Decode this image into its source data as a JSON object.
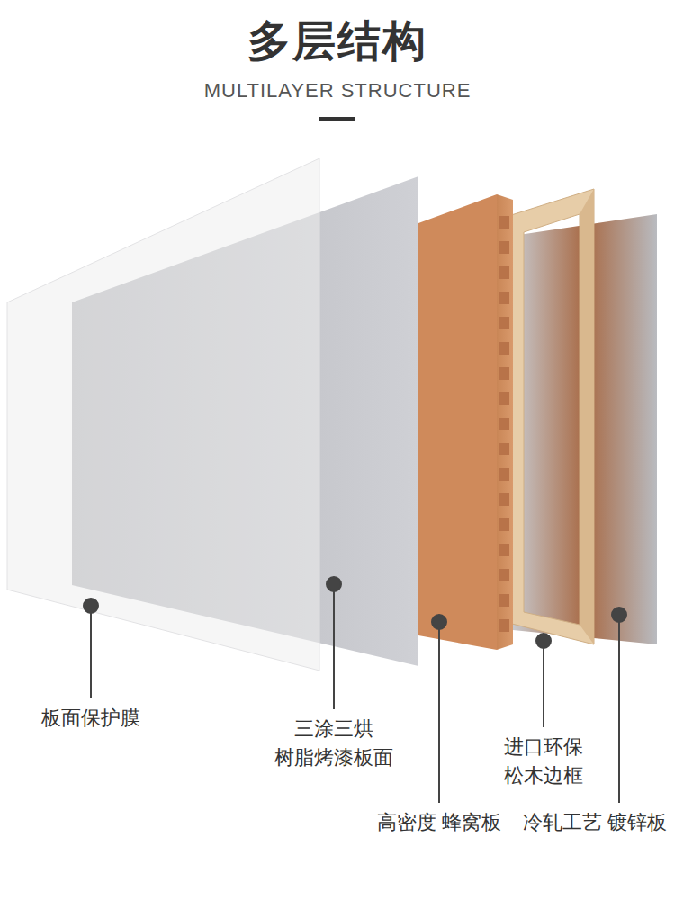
{
  "diagram": {
    "title": "多层结构",
    "labels": [
      "MULTILAYER STRUCTURE",
      "板面保护膜",
      "三涂三烘 树脂烤漆板面",
      "高密度 蜂窝板",
      "进口环保 松木边框",
      "冷轧工艺 镀锌板"
    ]
  }
}
